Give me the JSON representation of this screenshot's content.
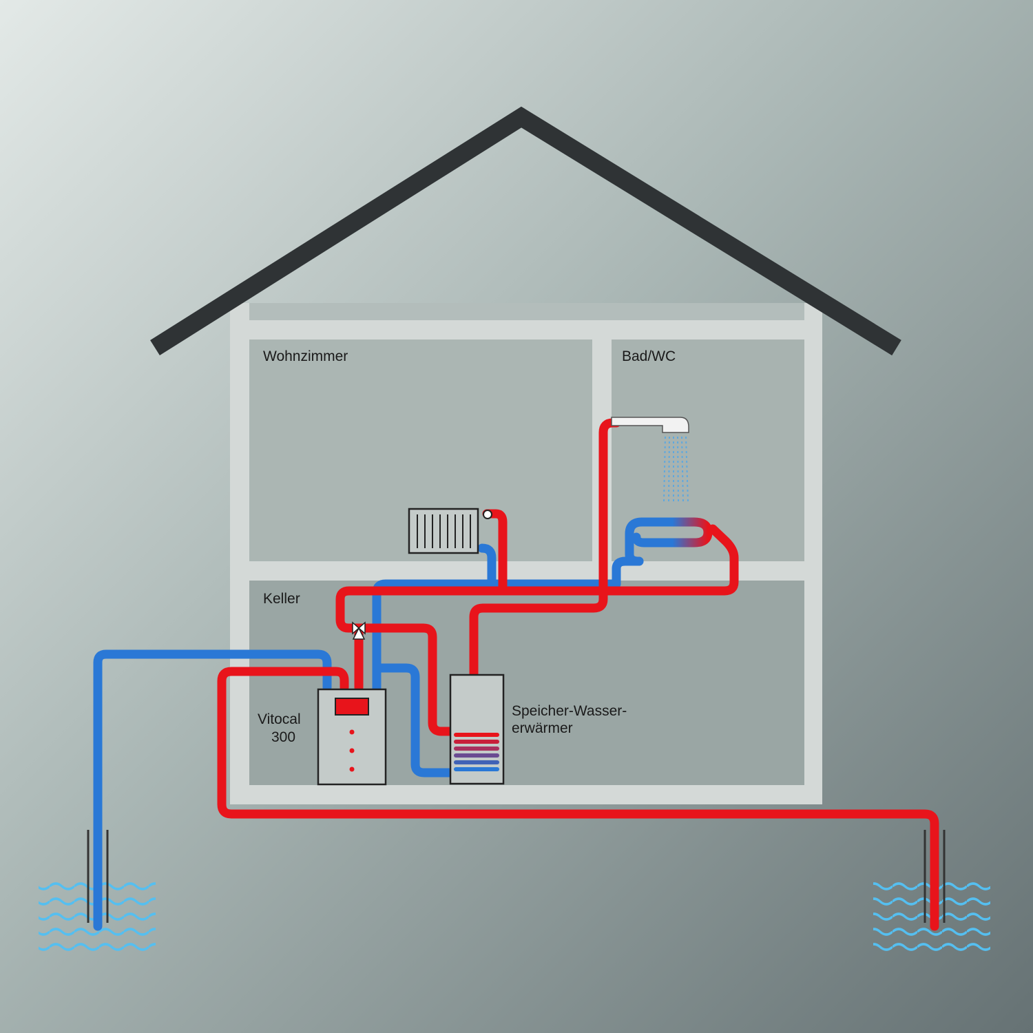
{
  "rooms": {
    "living": "Wohnzimmer",
    "bath": "Bad/WC",
    "cellar": "Keller"
  },
  "devices": {
    "heat_pump_line1": "Vitocal",
    "heat_pump_line2": "300",
    "tank_line1": "Speicher-Wasser-",
    "tank_line2": "erwärmer"
  },
  "colors": {
    "hot": "#e8141b",
    "cold": "#2a78d6",
    "water": "#55bff0",
    "roof": "#2f3335",
    "wall": "#d4d9d7",
    "room": "#aab5b2",
    "background_light": "#dfe5e3",
    "background_dark": "#6b787a"
  },
  "icons": [
    "roof",
    "radiator-icon",
    "shower-icon",
    "valve-icon",
    "heat-pump-unit",
    "water-tank",
    "underfloor-heating-coil",
    "well-pipe",
    "groundwater-waves-icon"
  ]
}
